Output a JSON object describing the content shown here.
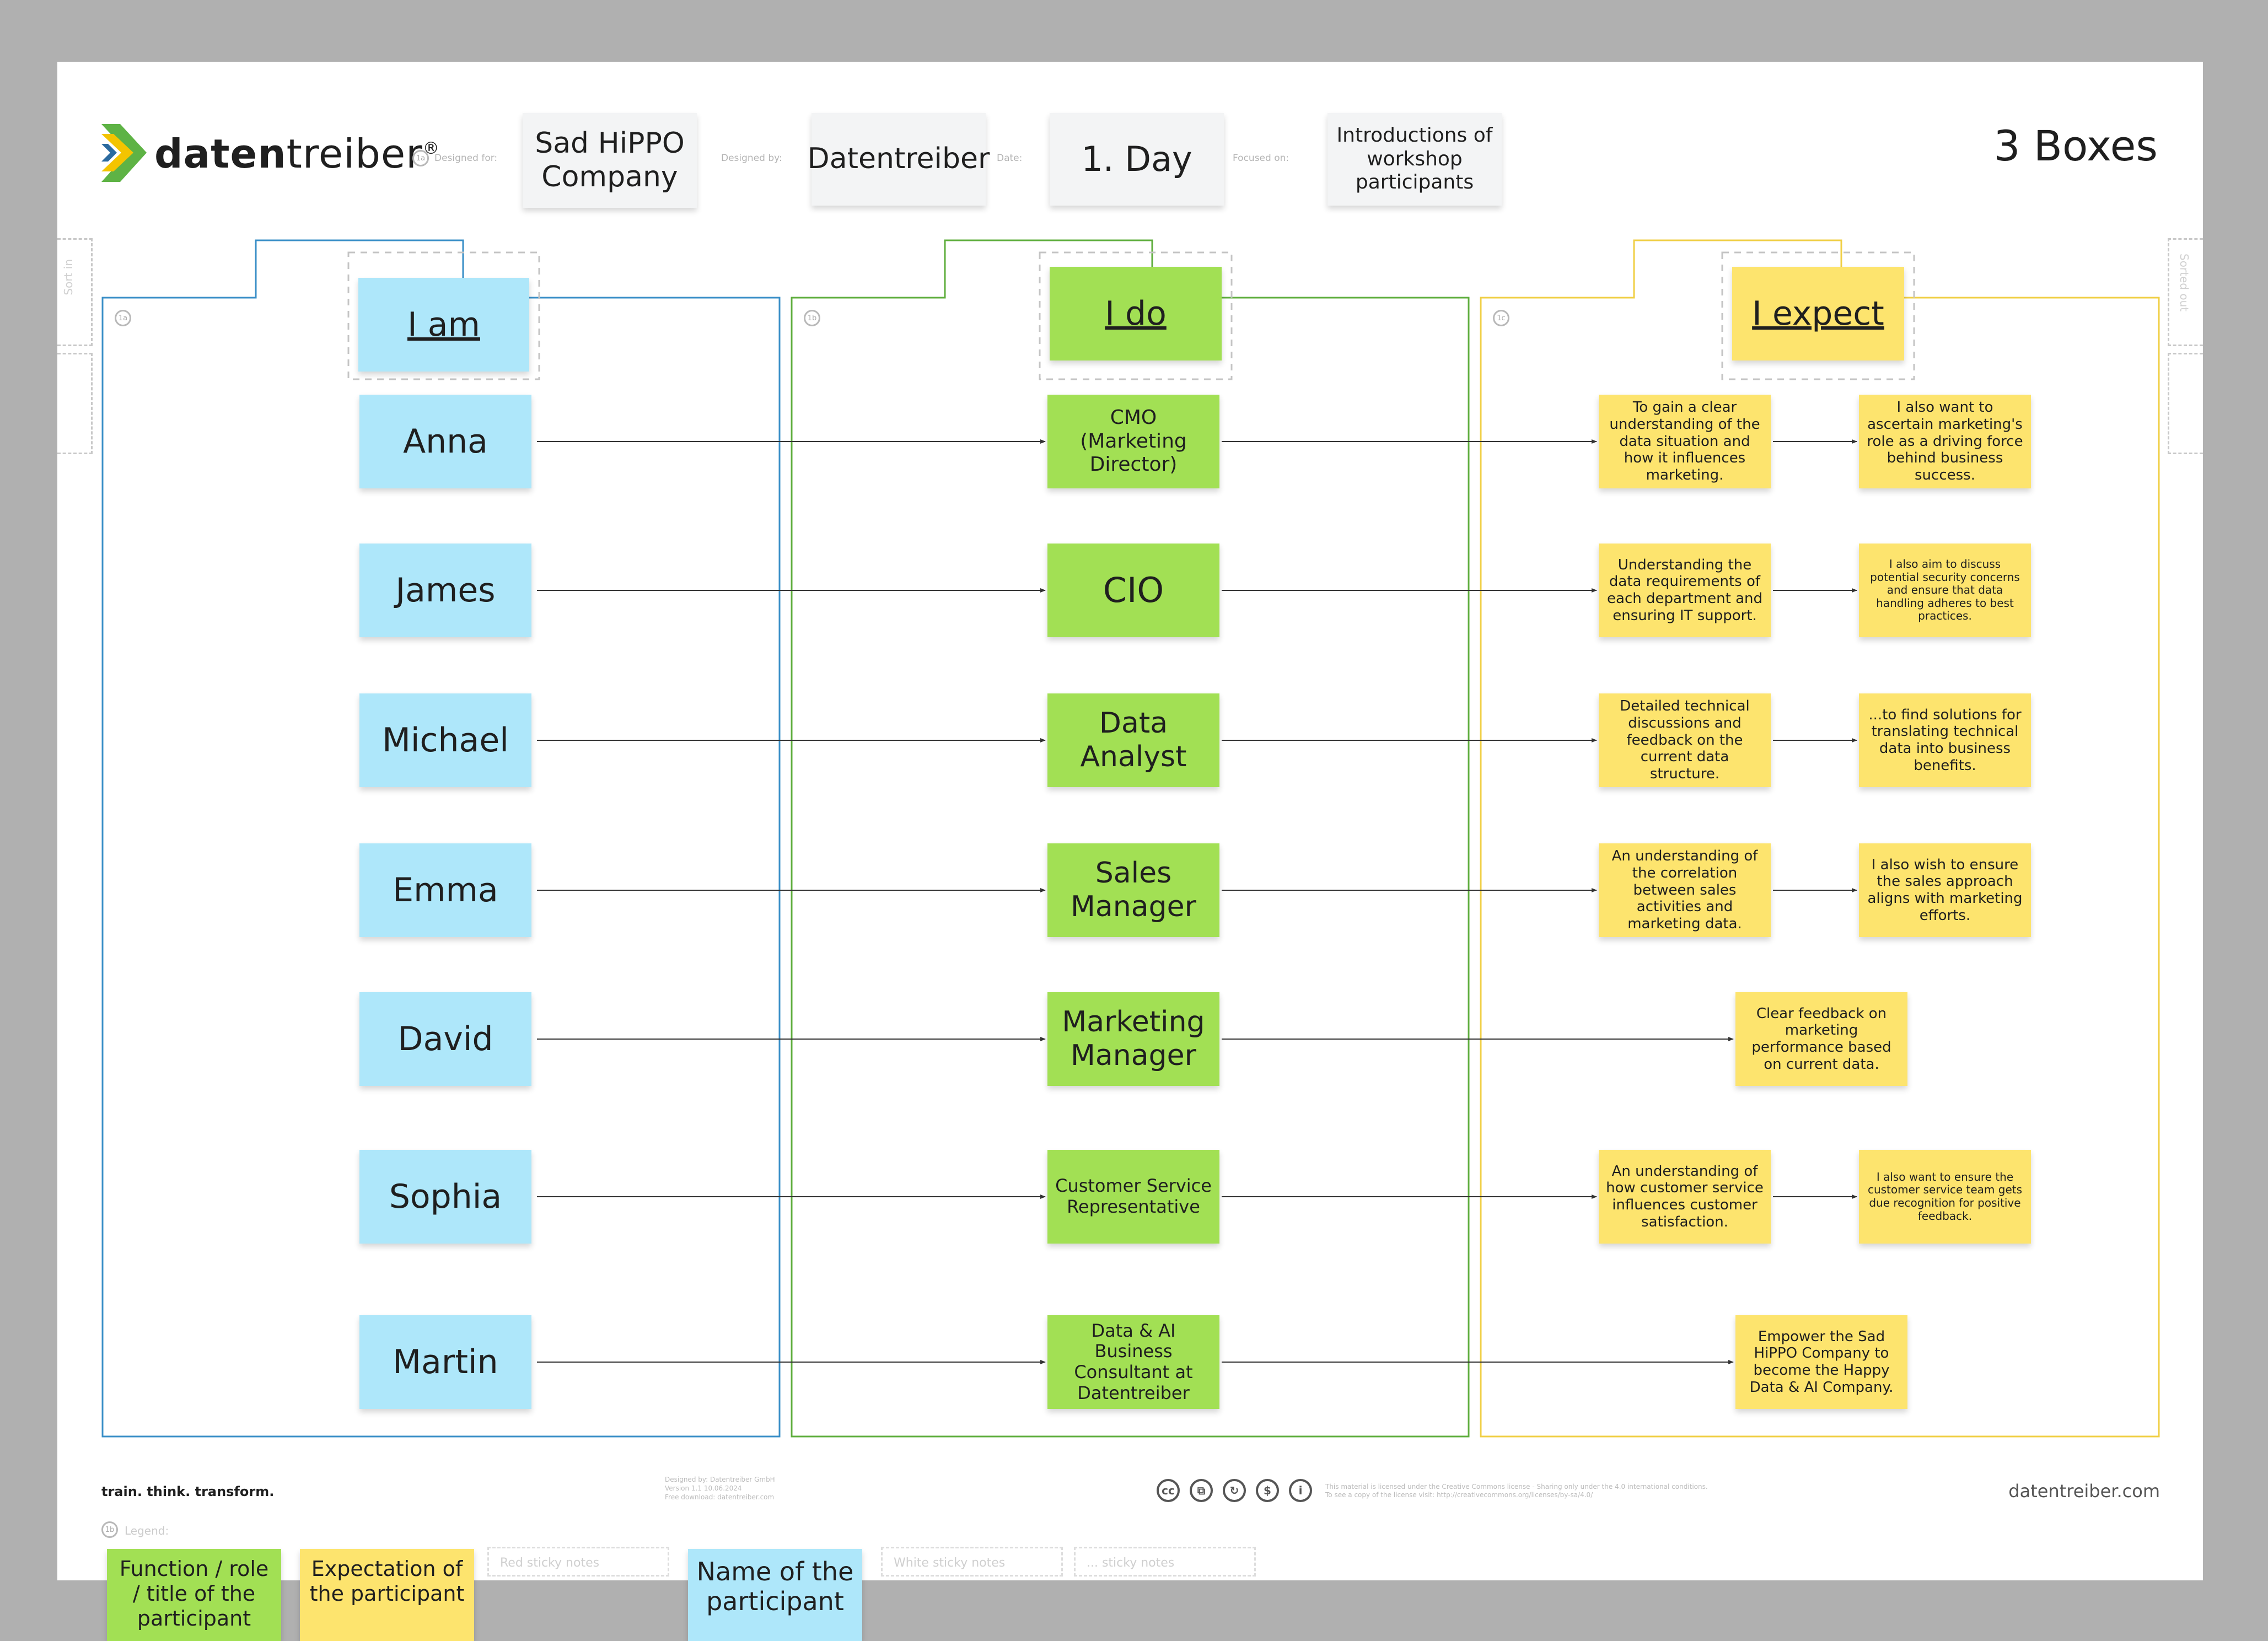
{
  "brand": {
    "logo_text_a": "daten",
    "logo_text_b": "treiber",
    "logo_mark": "®",
    "tagline": "train. think. transform.",
    "website": "datentreiber.com"
  },
  "header": {
    "template_title": "3 Boxes",
    "fields": [
      {
        "label": "Designed for:",
        "value": "Sad HiPPO Company"
      },
      {
        "label": "Designed by:",
        "value": "Datentreiber"
      },
      {
        "label": "Date:",
        "value": "1. Day"
      },
      {
        "label": "Focused on:",
        "value": "Introductions of workshop participants"
      }
    ],
    "badge_designed_for": "1a"
  },
  "side_labels": {
    "left": "Sort in",
    "right": "Sorted out"
  },
  "columns": [
    {
      "badge": "1a",
      "heading": "I am",
      "color": "#aee7fa",
      "border": "#3a8fc7"
    },
    {
      "badge": "1b",
      "heading": "I do",
      "color": "#a2e054",
      "border": "#5fae3e"
    },
    {
      "badge": "1c",
      "heading": "I expect",
      "color": "#fde46e",
      "border": "#f0cf45"
    }
  ],
  "rows": [
    {
      "name": "Anna",
      "role": "CMO (Marketing Director)",
      "expect": [
        "To gain a clear understanding of the data situation and how it influences marketing.",
        "I also want to ascertain marketing's role as a driving force behind business success."
      ]
    },
    {
      "name": "James",
      "role": "CIO",
      "expect": [
        "Understanding the data requirements of each department and ensuring IT support.",
        "I also aim to discuss potential security concerns and ensure that data handling adheres to best practices."
      ]
    },
    {
      "name": "Michael",
      "role": "Data Analyst",
      "expect": [
        "Detailed technical discussions and feedback on the current data structure.",
        "...to find solutions for translating technical data into business benefits."
      ]
    },
    {
      "name": "Emma",
      "role": "Sales Manager",
      "expect": [
        "An understanding of the correlation between sales activities and marketing data.",
        "I also wish to ensure the sales approach aligns with marketing efforts."
      ]
    },
    {
      "name": "David",
      "role": "Marketing Manager",
      "expect": [
        "Clear feedback on marketing performance based on current data."
      ]
    },
    {
      "name": "Sophia",
      "role": "Customer Service Representative",
      "expect": [
        "An understanding of how customer service influences customer satisfaction.",
        "I also want to ensure the customer service team gets due recognition for positive feedback."
      ]
    },
    {
      "name": "Martin",
      "role": "Data & AI Business Consultant at Datentreiber",
      "expect": [
        "Empower the Sad HiPPO Company to become the Happy Data & AI Company."
      ]
    }
  ],
  "footer": {
    "credits": [
      "Designed by: Datentreiber GmbH",
      "Version 1.1 10.06.2024",
      "Free download: datentreiber.com"
    ],
    "license": [
      "This material is licensed under the Creative Commons license - Sharing only under the 4.0 international conditions.",
      "To see a copy of the license visit: http://creativecommons.org/licenses/by-sa/4.0/"
    ],
    "cc_icons": [
      "cc-icon",
      "copy-icon",
      "share-alike-icon",
      "attribution-icon",
      "person-icon"
    ]
  },
  "legend": {
    "badge": "1b",
    "label": "Legend:",
    "items": [
      {
        "text": "Function / role / title of the participant",
        "kind": "green"
      },
      {
        "text": "Expectation of the participant",
        "kind": "yellow"
      },
      {
        "text": "Red sticky notes",
        "kind": "placeholder"
      },
      {
        "text": "Name of the participant",
        "kind": "blue"
      },
      {
        "text": "White sticky notes",
        "kind": "placeholder"
      },
      {
        "text": "... sticky notes",
        "kind": "placeholder"
      }
    ]
  }
}
